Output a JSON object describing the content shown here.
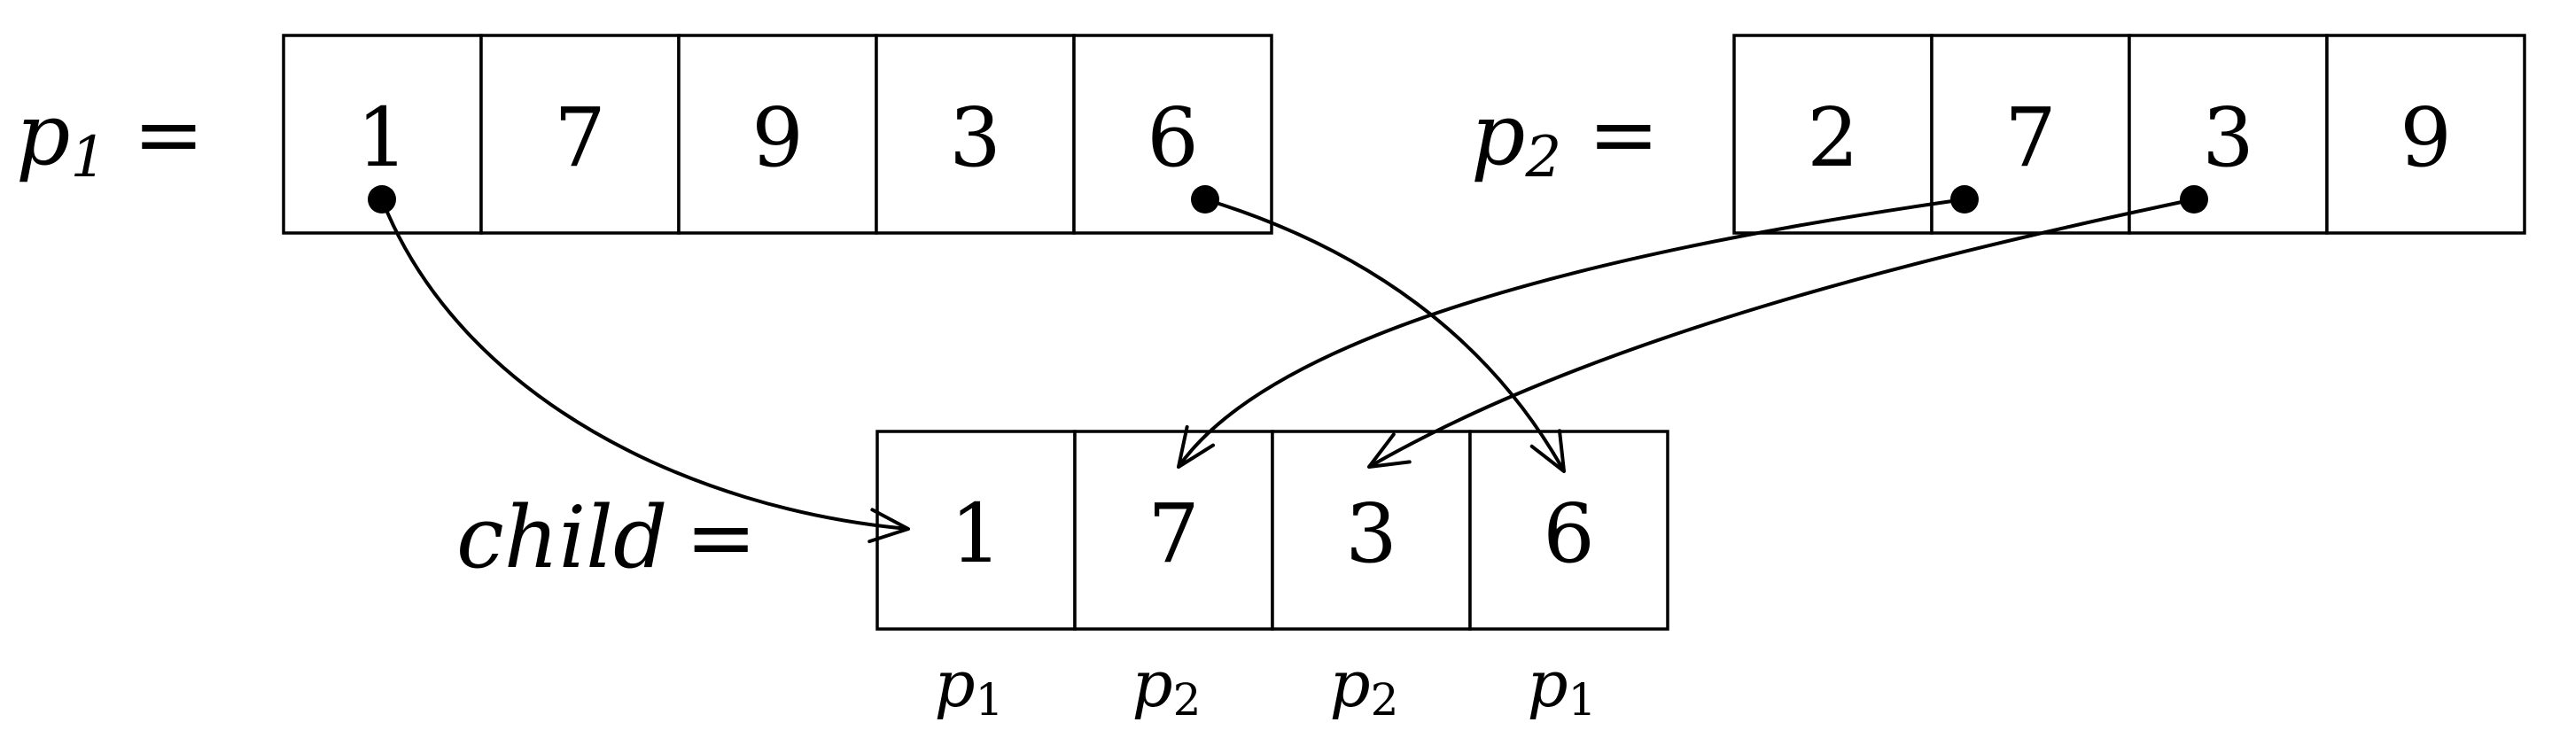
{
  "parent1": {
    "label": {
      "base": "p",
      "sub": "1",
      "eq": "="
    },
    "cells": [
      "1",
      "7",
      "9",
      "3",
      "6"
    ]
  },
  "parent2": {
    "label": {
      "base": "p",
      "sub": "2",
      "eq": "="
    },
    "cells": [
      "2",
      "7",
      "3",
      "9"
    ]
  },
  "child": {
    "label": {
      "base": "child",
      "eq": "="
    },
    "cells": [
      "1",
      "7",
      "3",
      "6"
    ],
    "sources": [
      {
        "base": "p",
        "sub": "1"
      },
      {
        "base": "p",
        "sub": "2"
      },
      {
        "base": "p",
        "sub": "2"
      },
      {
        "base": "p",
        "sub": "1"
      }
    ]
  },
  "mappings": [
    {
      "from_parent": "parent1",
      "from_index": 0,
      "to_index": 0
    },
    {
      "from_parent": "parent1",
      "from_index": 4,
      "to_index": 3
    },
    {
      "from_parent": "parent2",
      "from_index": 1,
      "to_index": 1
    },
    {
      "from_parent": "parent2",
      "from_index": 2,
      "to_index": 2
    }
  ]
}
